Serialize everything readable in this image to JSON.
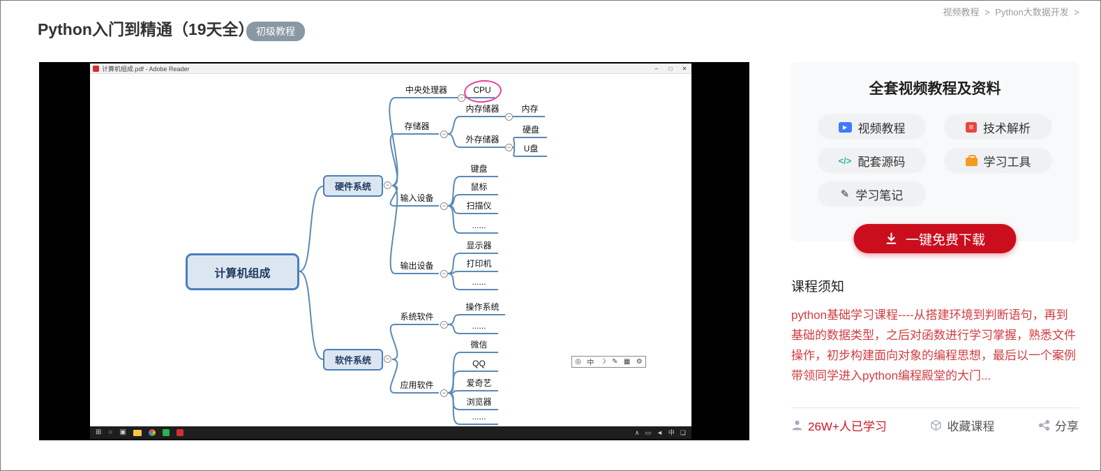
{
  "breadcrumb": {
    "items": [
      "视频教程",
      "Python大数据开发"
    ],
    "separator": ">"
  },
  "header": {
    "title": "Python入门到精通（19天全）",
    "badge": "初级教程"
  },
  "player": {
    "window_title": "计算机组成.pdf - Adobe Reader",
    "window_controls": {
      "minimize": "–",
      "maximize": "□",
      "close": "✕"
    },
    "collapse_glyph": "−",
    "mindmap": {
      "root": "计算机组成",
      "hardware": "硬件系统",
      "software": "软件系统",
      "cpu_branch": "中央处理器",
      "cpu": "CPU",
      "storage": "存储器",
      "mem_storage": "内存储器",
      "memory": "内存",
      "ext_storage": "外存储器",
      "disk": "硬盘",
      "usb": "U盘",
      "input_dev": "输入设备",
      "keyboard": "键盘",
      "mouse": "鼠标",
      "scanner": "扫描仪",
      "output_dev": "输出设备",
      "monitor": "显示器",
      "printer": "打印机",
      "sys_soft": "系统软件",
      "os": "操作系统",
      "app_soft": "应用软件",
      "wechat": "微信",
      "qq": "QQ",
      "iqiyi": "爱奇艺",
      "browser": "浏览器",
      "ellipsis": "......"
    },
    "viewer_toolbar": [
      "◎",
      "中",
      "☽",
      "✎",
      "▦",
      "⚙"
    ],
    "taskbar": {
      "start": "⊞",
      "search": "○",
      "taskview": "▣",
      "tray": [
        "∧",
        "▭",
        "◄",
        "中",
        "❏"
      ]
    }
  },
  "sidebar": {
    "card_title": "全套视频教程及资料",
    "buttons": [
      {
        "label": "视频教程",
        "glyph": "▶"
      },
      {
        "label": "技术解析",
        "glyph": "≡"
      },
      {
        "label": "配套源码",
        "glyph": "</>"
      },
      {
        "label": "学习工具"
      },
      {
        "label": "学习笔记",
        "glyph": "✎"
      }
    ],
    "download_label": "一键免费下载",
    "notice_title": "课程须知",
    "notice_text": "python基础学习课程----从搭建环境到判断语句，再到基础的数据类型，之后对函数进行学习掌握，熟悉文件操作，初步构建面向对象的编程思想，最后以一个案例带领同学进入python编程殿堂的大门...",
    "stats": {
      "learners": "26W+人已学习",
      "favorite": "收藏课程",
      "share": "分享"
    }
  }
}
